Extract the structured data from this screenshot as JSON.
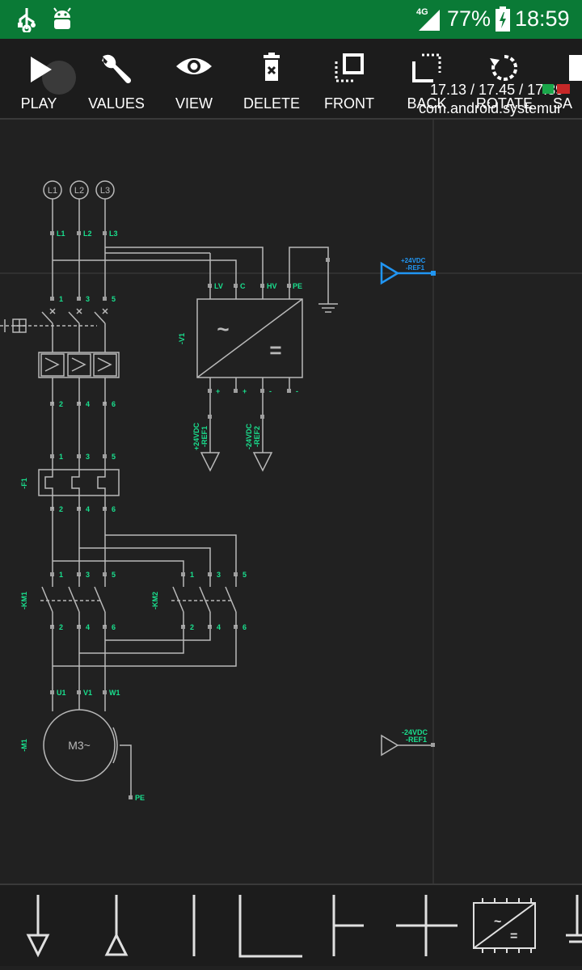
{
  "status_bar": {
    "network": "4G",
    "battery": "77%",
    "clock": "18:59",
    "icons": [
      "usb-icon",
      "android-debug-icon",
      "signal-icon",
      "battery-charging-icon"
    ]
  },
  "toolbar": {
    "items": [
      {
        "label": "PLAY",
        "icon": "play-icon"
      },
      {
        "label": "VALUES",
        "icon": "wrench-icon"
      },
      {
        "label": "VIEW",
        "icon": "eye-icon"
      },
      {
        "label": "DELETE",
        "icon": "trash-icon"
      },
      {
        "label": "FRONT",
        "icon": "bring-to-front-icon"
      },
      {
        "label": "BACK",
        "icon": "send-to-back-icon"
      },
      {
        "label": "ROTATE",
        "icon": "rotate-icon"
      },
      {
        "label": "SA",
        "icon": "save-icon"
      }
    ],
    "overlay_time": "17.13 / 17.45 / 17.39",
    "overlay_package": "com.android.systemui"
  },
  "schematic": {
    "supply_circles": [
      "L1",
      "L2",
      "L3"
    ],
    "supply_terminals": [
      "L1",
      "L2",
      "L3"
    ],
    "breaker_top": [
      "1",
      "3",
      "5"
    ],
    "breaker_bottom": [
      "2",
      "4",
      "6"
    ],
    "f1": {
      "tag": "-F1",
      "top": [
        "1",
        "3",
        "5"
      ],
      "bottom": [
        "2",
        "4",
        "6"
      ]
    },
    "km1": {
      "tag": "-KM1",
      "top": [
        "1",
        "3",
        "5"
      ],
      "bottom": [
        "2",
        "4",
        "6"
      ]
    },
    "km2": {
      "tag": "-KM2",
      "top": [
        "1",
        "3",
        "5"
      ],
      "bottom": [
        "2",
        "4",
        "6"
      ]
    },
    "m1": {
      "tag": "-M1",
      "label": "M3~",
      "terminals": [
        "U1",
        "V1",
        "W1"
      ],
      "pe": "PE"
    },
    "v1": {
      "tag": "-V1",
      "inputs": [
        "LV",
        "C",
        "HV",
        "PE"
      ],
      "outputs": [
        "+",
        "+",
        "-",
        "-"
      ],
      "ac_symbol": "~",
      "dc_symbol": "=",
      "ref_plus": "+24VDC",
      "ref_plus_id": "-REF1",
      "ref_minus": "-24VDC",
      "ref_minus_id": "-REF2"
    },
    "ref_selected": {
      "name": "+24VDC",
      "id": "-REF1",
      "color": "#2196f3"
    },
    "ref_lower": {
      "name": "-24VDC",
      "id": "-REF1"
    }
  },
  "bottom_tools": [
    "ground-down-tool-icon",
    "ground-up-tool-icon",
    "wire-vertical-tool-icon",
    "wire-corner-tool-icon",
    "wire-tee-tool-icon",
    "wire-cross-tool-icon",
    "converter-tool-icon",
    "ground-tool-icon"
  ],
  "colors": {
    "status_bar": "#0a7a36",
    "label": "#19e08e",
    "wire": "#b9b9b9",
    "selection": "#2196f3",
    "background": "#212121"
  }
}
